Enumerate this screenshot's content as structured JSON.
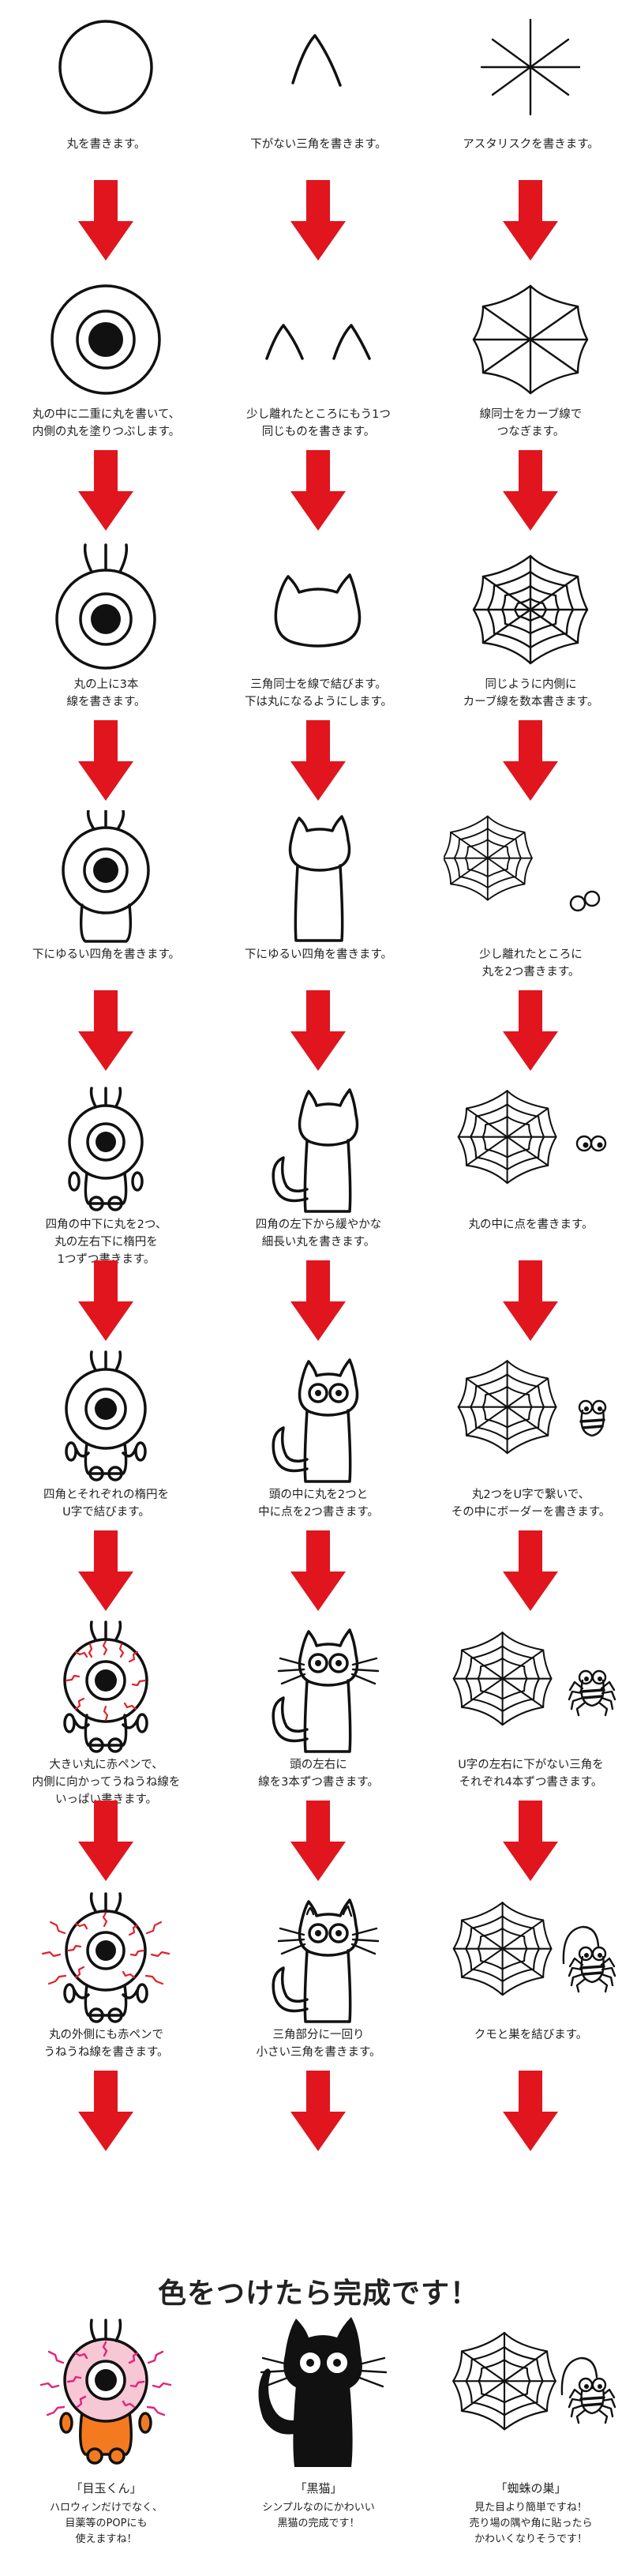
{
  "colors": {
    "arrow": "#e0151e",
    "ink": "#111111",
    "red_pen": "#e0222a",
    "eye_pink": "#f7c7d6",
    "body_orange": "#f47a20",
    "black_cat": "#111111"
  },
  "columns": [
    {
      "id": "eyeball",
      "steps": [
        {
          "caption": "丸を書きます。"
        },
        {
          "caption": "丸の中に二重に丸を書いて、\n内側の丸を塗りつぶします。"
        },
        {
          "caption": "丸の上に3本\n線を書きます。"
        },
        {
          "caption": "下にゆるい四角を書きます。"
        },
        {
          "caption": "四角の中下に丸を2つ、\n丸の左右下に楕円を\n1つずつ書きます。"
        },
        {
          "caption": "四角とそれぞれの楕円を\nU字で結びます。"
        },
        {
          "caption": "大きい丸に赤ペンで、\n内側に向かってうねうね線を\nいっぱい書きます。"
        },
        {
          "caption": "丸の外側にも赤ペンで\nうねうね線を書きます。"
        }
      ]
    },
    {
      "id": "cat",
      "steps": [
        {
          "caption": "下がない三角を書きます。"
        },
        {
          "caption": "少し離れたところにもう1つ\n同じものを書きます。"
        },
        {
          "caption": "三角同士を線で結びます。\n下は丸になるようにします。"
        },
        {
          "caption": "下にゆるい四角を書きます。"
        },
        {
          "caption": "四角の左下から緩やかな\n細長い丸を書きます。"
        },
        {
          "caption": "頭の中に丸を2つと\n中に点を2つ書きます。"
        },
        {
          "caption": "頭の左右に\n線を3本ずつ書きます。"
        },
        {
          "caption": "三角部分に一回り\n小さい三角を書きます。"
        }
      ]
    },
    {
      "id": "web",
      "steps": [
        {
          "caption": "アスタリスクを書きます。"
        },
        {
          "caption": "線同士をカーブ線で\nつなぎます。"
        },
        {
          "caption": "同じように内側に\nカーブ線を数本書きます。"
        },
        {
          "caption": "少し離れたところに\n丸を2つ書きます。"
        },
        {
          "caption": "丸の中に点を書きます。"
        },
        {
          "caption": "丸2つをU字で繋いで、\nその中にボーダーを書きます。"
        },
        {
          "caption": "U字の左右に下がない三角を\nそれぞれ4本ずつ書きます。"
        },
        {
          "caption": "クモと巣を結びます。"
        }
      ]
    }
  ],
  "final": {
    "title": "色をつけたら完成です！",
    "items": [
      {
        "name": "「目玉くん」",
        "desc": "ハロウィンだけでなく、\n目薬等のPOPにも\n使えますね！"
      },
      {
        "name": "「黒猫」",
        "desc": "シンプルなのにかわいい\n黒猫の完成です！"
      },
      {
        "name": "「蜘蛛の巣」",
        "desc": "見た目より簡単ですね！\n売り場の隅や角に貼ったら\nかわいくなりそうです！"
      }
    ]
  }
}
